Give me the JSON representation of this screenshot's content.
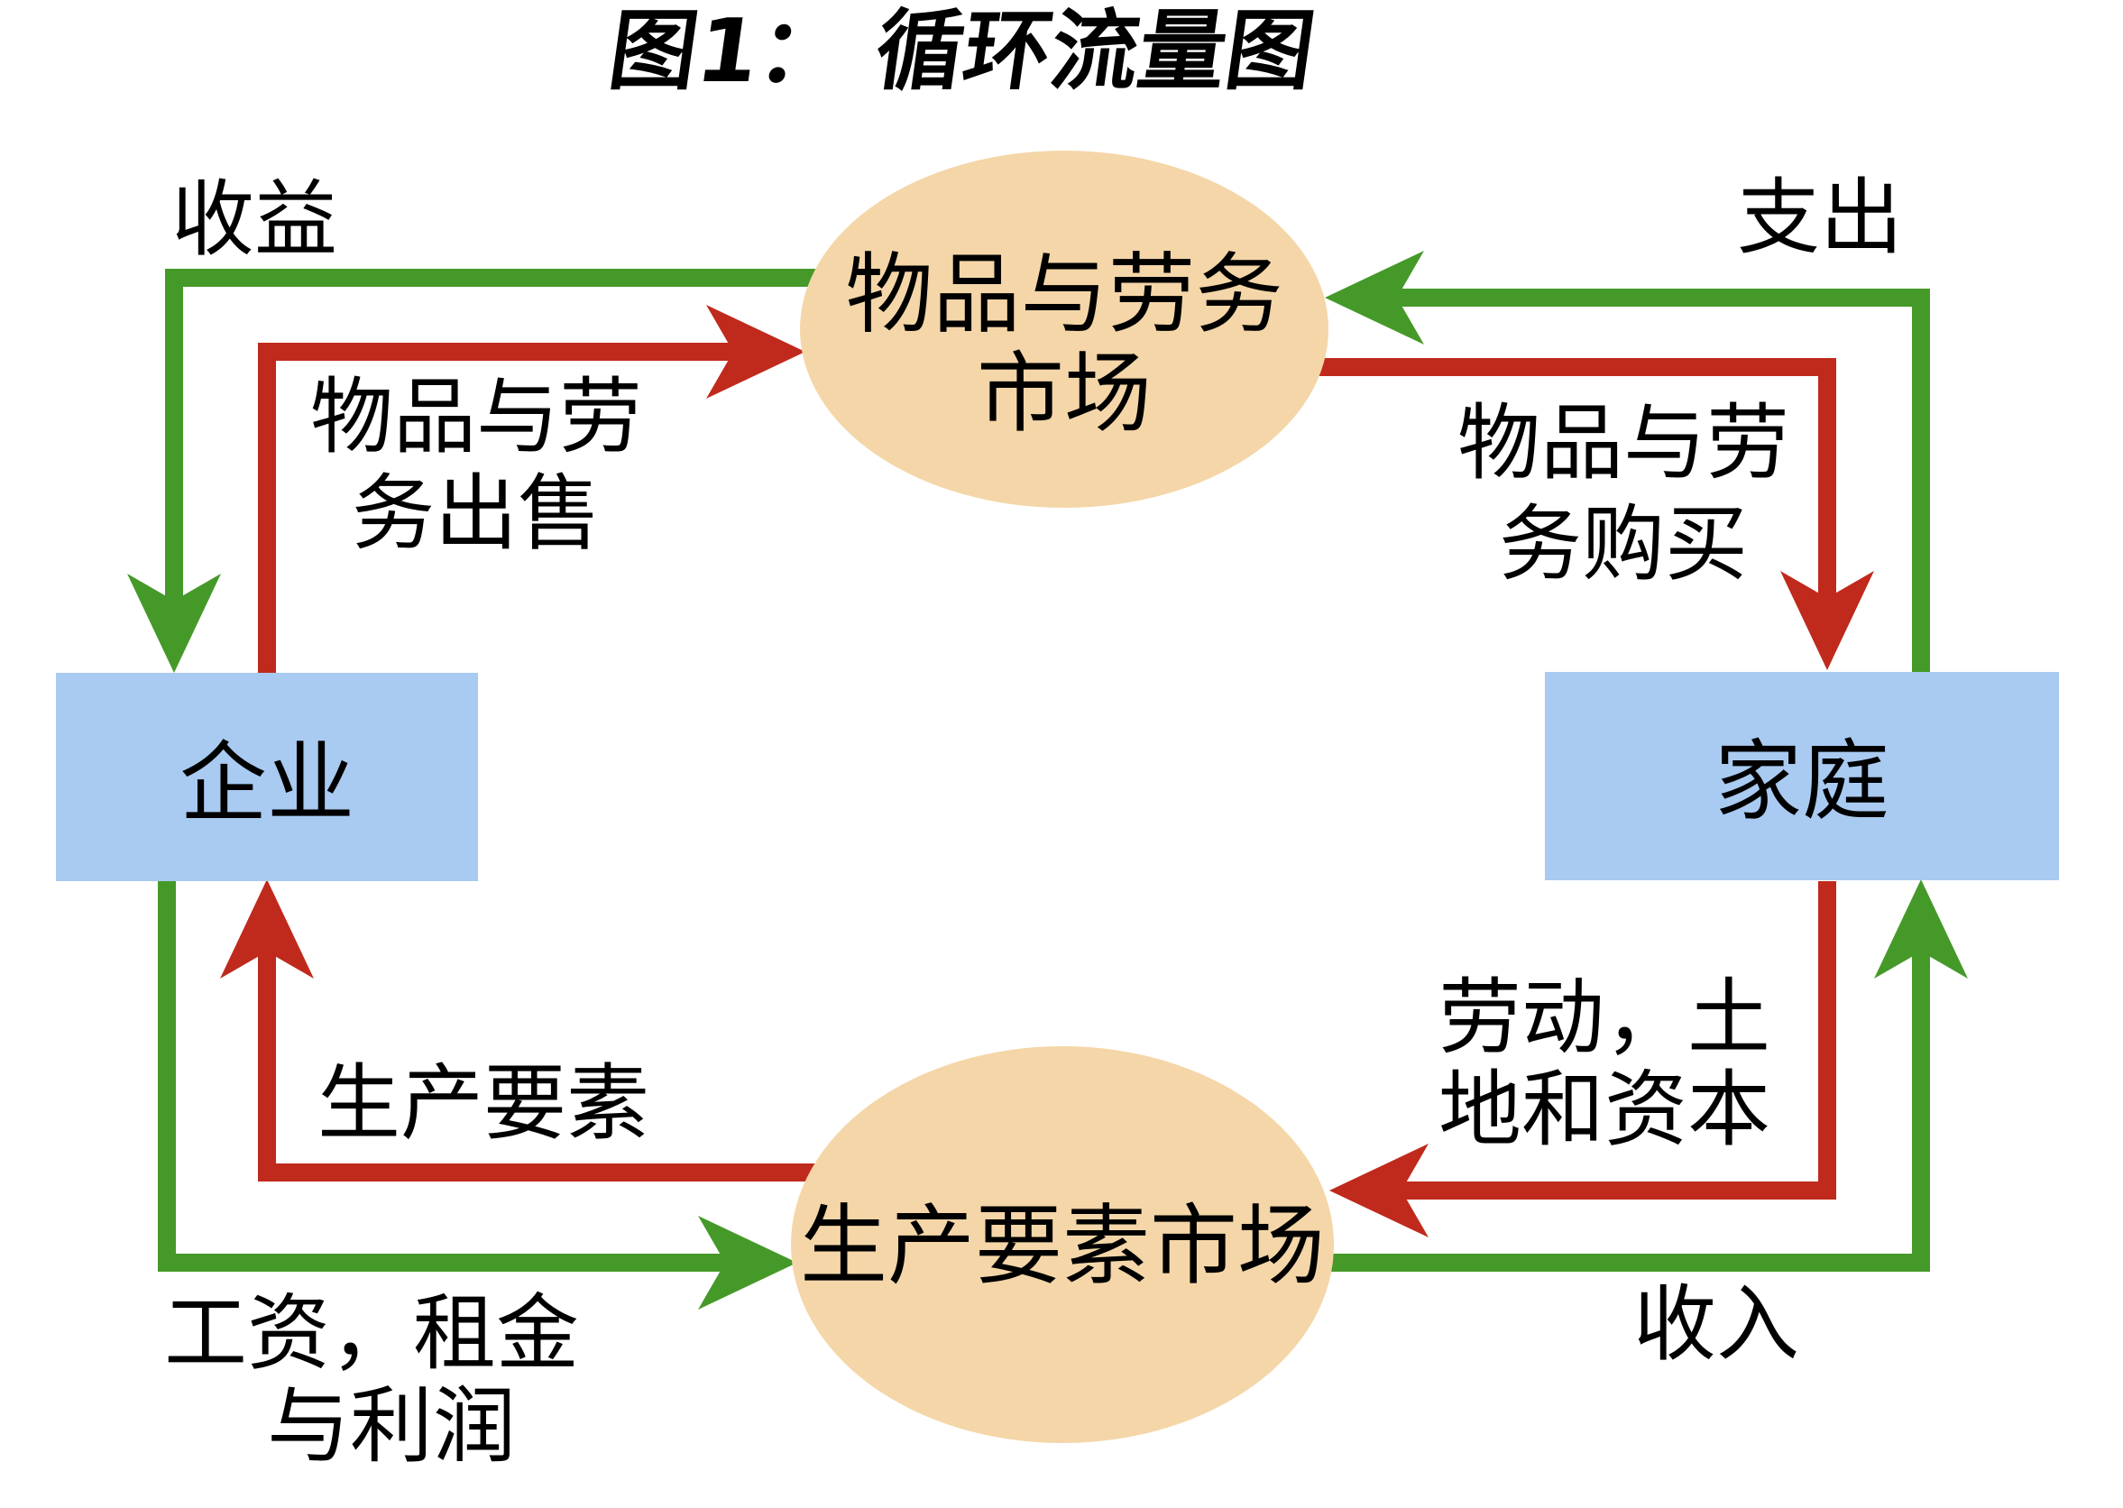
{
  "title": "图1： 循环流量图",
  "colors": {
    "money_flow_green": "#459929",
    "real_flow_red": "#bf2a1d",
    "node_box_blue": "#a9caf1",
    "market_ellipse_peach": "#f4d6a8",
    "title_purple": "#7030a0",
    "label_black": "#000000"
  },
  "nodes": {
    "goods_market": {
      "line1": "物品与劳务",
      "line2": "市场"
    },
    "factor_market": {
      "label": "生产要素市场"
    },
    "firms": {
      "label": "企业"
    },
    "households": {
      "label": "家庭"
    }
  },
  "flows": {
    "revenue": {
      "label": "收益"
    },
    "expenditure": {
      "label": "支出"
    },
    "goods_sold": {
      "line1": "物品与劳",
      "line2": "务出售"
    },
    "goods_bought": {
      "line1": "物品与劳",
      "line2": "务购买"
    },
    "factors": {
      "label": "生产要素"
    },
    "labor_land_capital": {
      "line1": "劳动，土",
      "line2": "地和资本"
    },
    "wages_rent_profit": {
      "line1": "工资，租金",
      "line2": "与利润"
    },
    "income": {
      "label": "收入"
    }
  }
}
